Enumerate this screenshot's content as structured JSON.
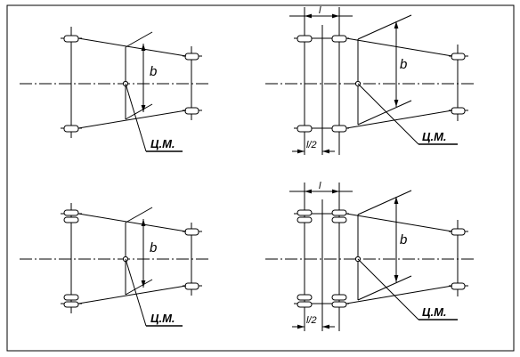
{
  "panels": {
    "p1": {
      "dim_b": "b",
      "cm": "Ц.М."
    },
    "p2": {
      "dim_b": "b",
      "cm": "Ц.М.",
      "dim_l": "l",
      "dim_half": "l/2"
    },
    "p3": {
      "dim_b": "b",
      "cm": "Ц.М."
    },
    "p4": {
      "dim_b": "b",
      "cm": "Ц.М.",
      "dim_l": "l",
      "dim_half": "l/2"
    }
  }
}
